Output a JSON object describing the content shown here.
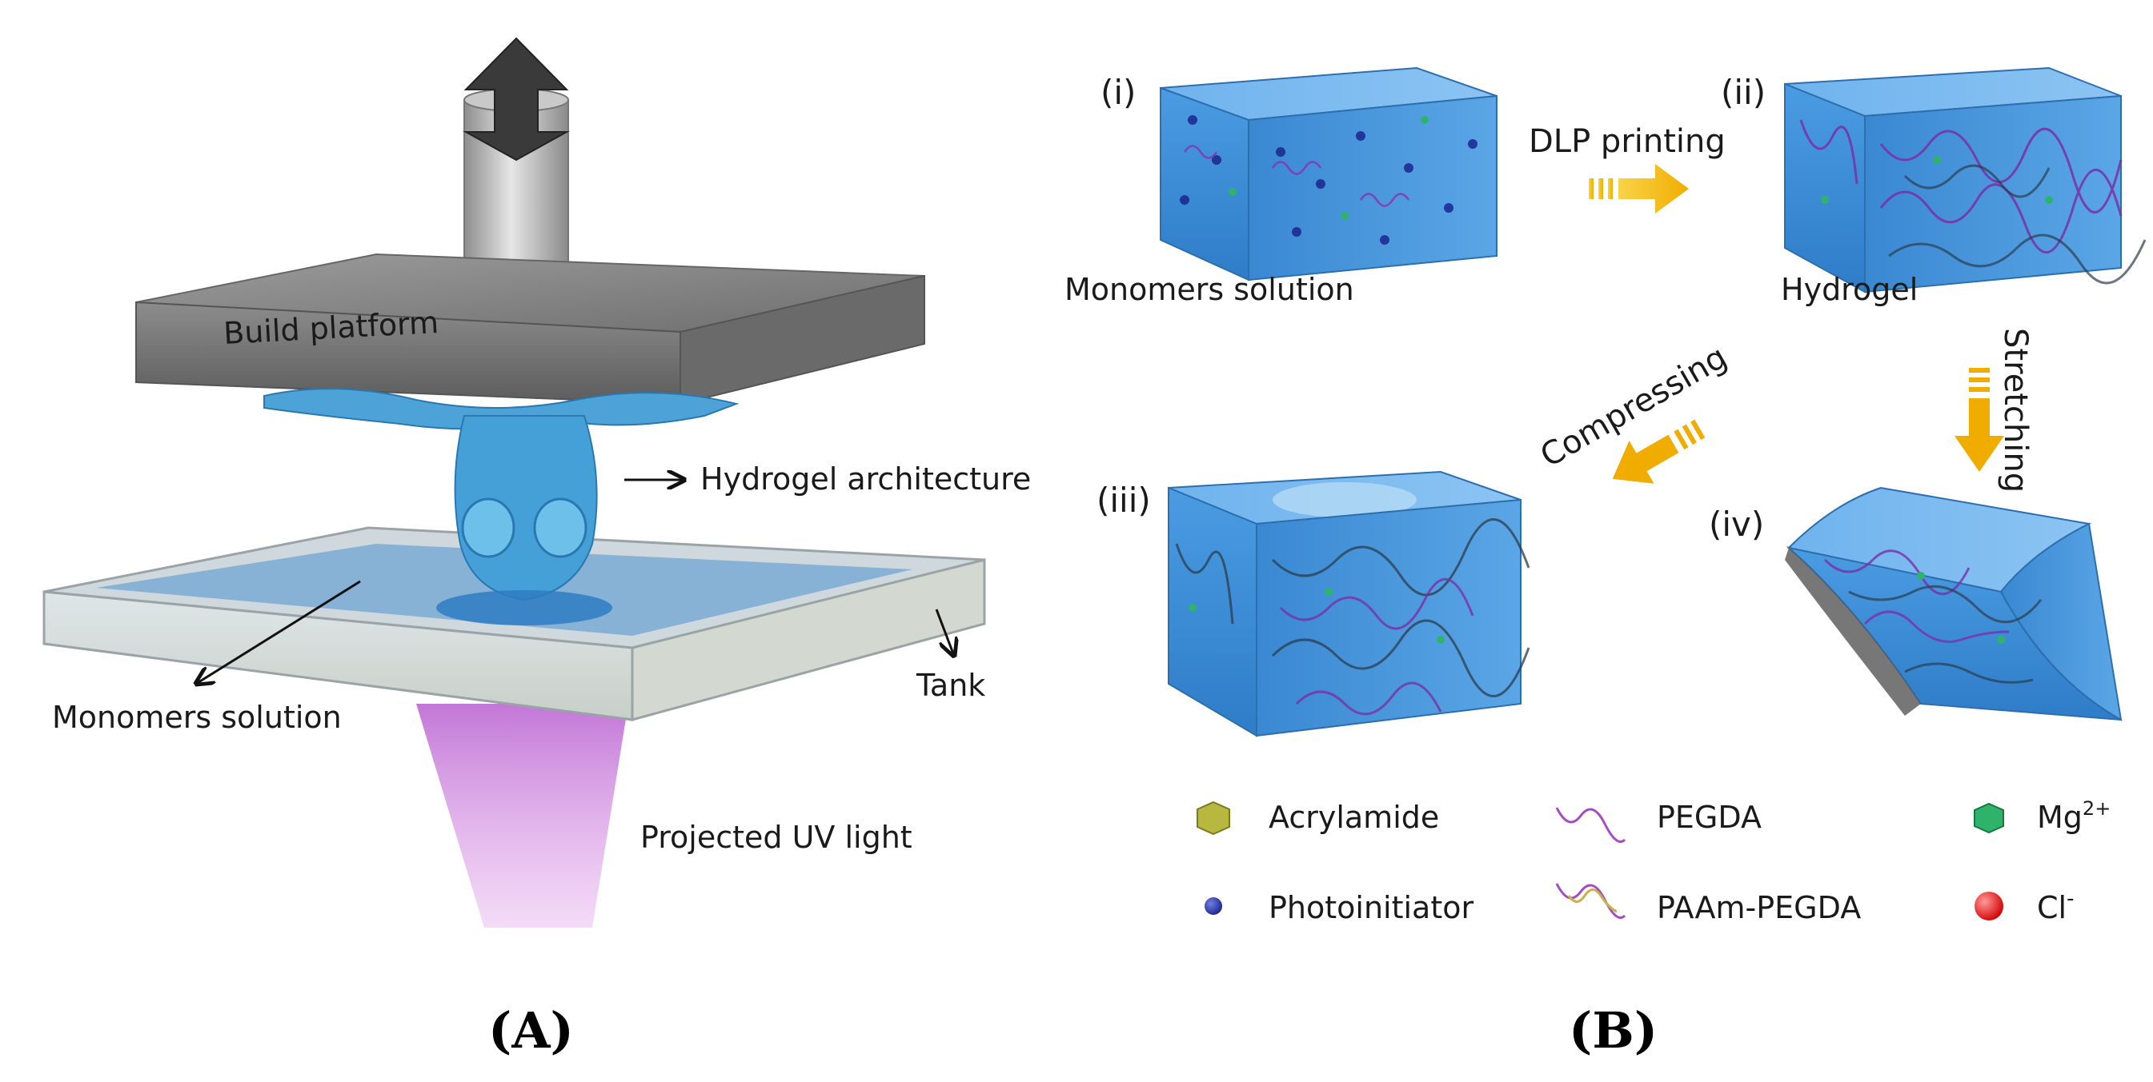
{
  "panel_a": {
    "label": "(A)",
    "build_platform": "Build platform",
    "hydrogel_architecture": "Hydrogel architecture",
    "monomers_solution": "Monomers solution",
    "tank": "Tank",
    "projected_uv": "Projected UV light"
  },
  "panel_b": {
    "label": "(B)",
    "stage_i": "(i)",
    "stage_ii": "(ii)",
    "stage_iii": "(iii)",
    "stage_iv": "(iv)",
    "monomers_solution": "Monomers solution",
    "hydrogel": "Hydrogel",
    "dlp_printing": "DLP printing",
    "stretching": "Stretching",
    "compressing": "Compressing"
  },
  "legend": {
    "acrylamide": "Acrylamide",
    "pegda": "PEGDA",
    "mg": "Mg",
    "mg_sup": "2+",
    "photoinitiator": "Photoinitiator",
    "paam_pegda": "PAAm-PEGDA",
    "cl": "Cl",
    "cl_sup": "-"
  },
  "colors": {
    "gel_blue": "#3b8fd8",
    "arrow_yellow": "#f2b705",
    "uv_purple": "#c77bd6",
    "platform_gray": "#8a8a8a"
  }
}
